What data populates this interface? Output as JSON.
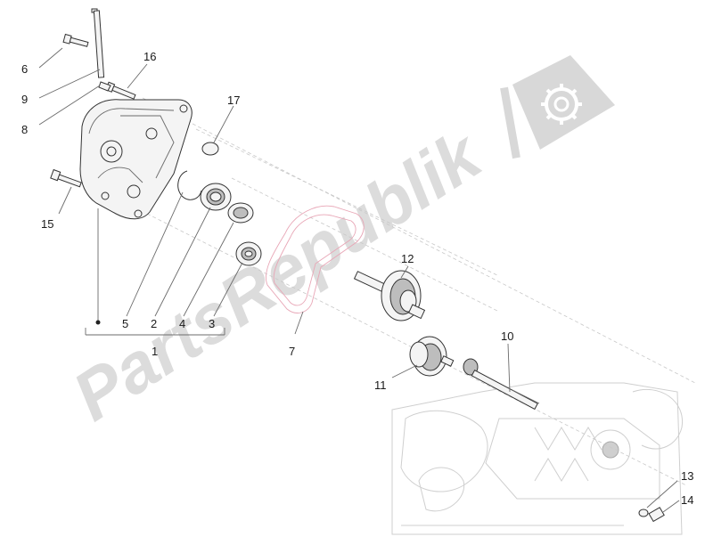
{
  "watermark": {
    "text": "PartsRepublik"
  },
  "callouts": [
    "1",
    "2",
    "3",
    "4",
    "5",
    "6",
    "7",
    "8",
    "9",
    "10",
    "11",
    "12",
    "13",
    "14",
    "15",
    "16",
    "17"
  ]
}
